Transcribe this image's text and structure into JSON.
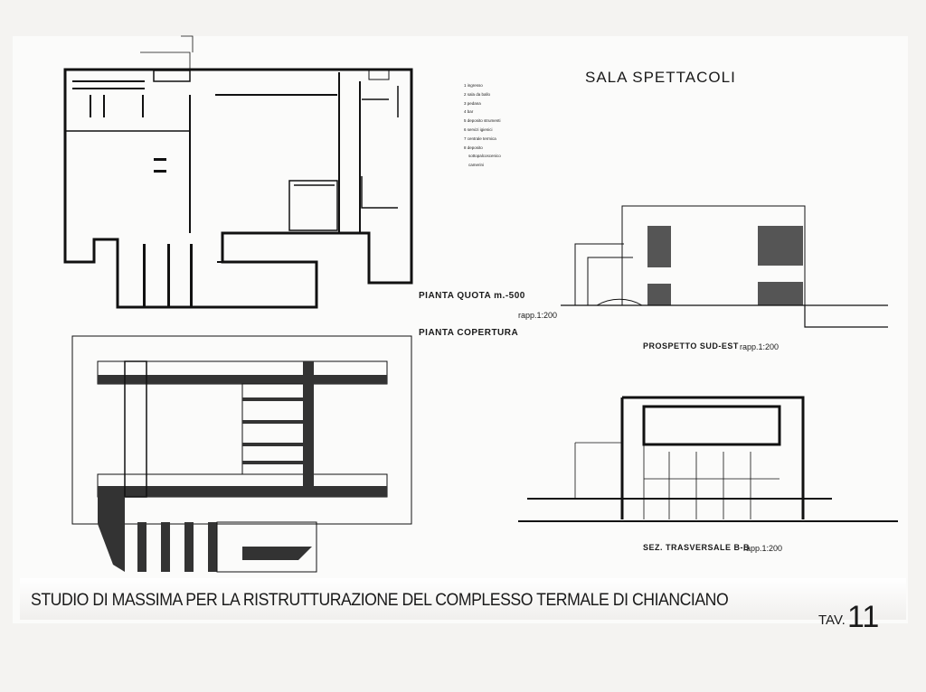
{
  "title": "SALA SPETTACOLI",
  "legend": [
    {
      "n": "1",
      "text": "ingresso"
    },
    {
      "n": "2",
      "text": "sala da ballo"
    },
    {
      "n": "3",
      "text": "pedana"
    },
    {
      "n": "4",
      "text": "bar"
    },
    {
      "n": "5",
      "text": "deposito strumenti"
    },
    {
      "n": "6",
      "text": "servizi igienici"
    },
    {
      "n": "7",
      "text": "centrale termica"
    },
    {
      "n": "8",
      "text": "deposito"
    }
  ],
  "legend_sub": [
    "sottopalcoscenico",
    "camerini"
  ],
  "labels": {
    "pianta_quota": "PIANTA QUOTA m.-500",
    "pianta_rapp": "rapp.1:200",
    "pianta_copertura": "PIANTA COPERTURA",
    "prospetto": "PROSPETTO SUD-EST",
    "prospetto_rapp": "rapp.1:200",
    "sezione": "SEZ. TRASVERSALE B-B",
    "sezione_rapp": "rapp.1:200"
  },
  "footer": "STUDIO DI MASSIMA PER LA RISTRUTTURAZIONE  DEL COMPLESSO TERMALE  DI CHIANCIANO",
  "tav_label": "TAV.",
  "tav_number": "11"
}
